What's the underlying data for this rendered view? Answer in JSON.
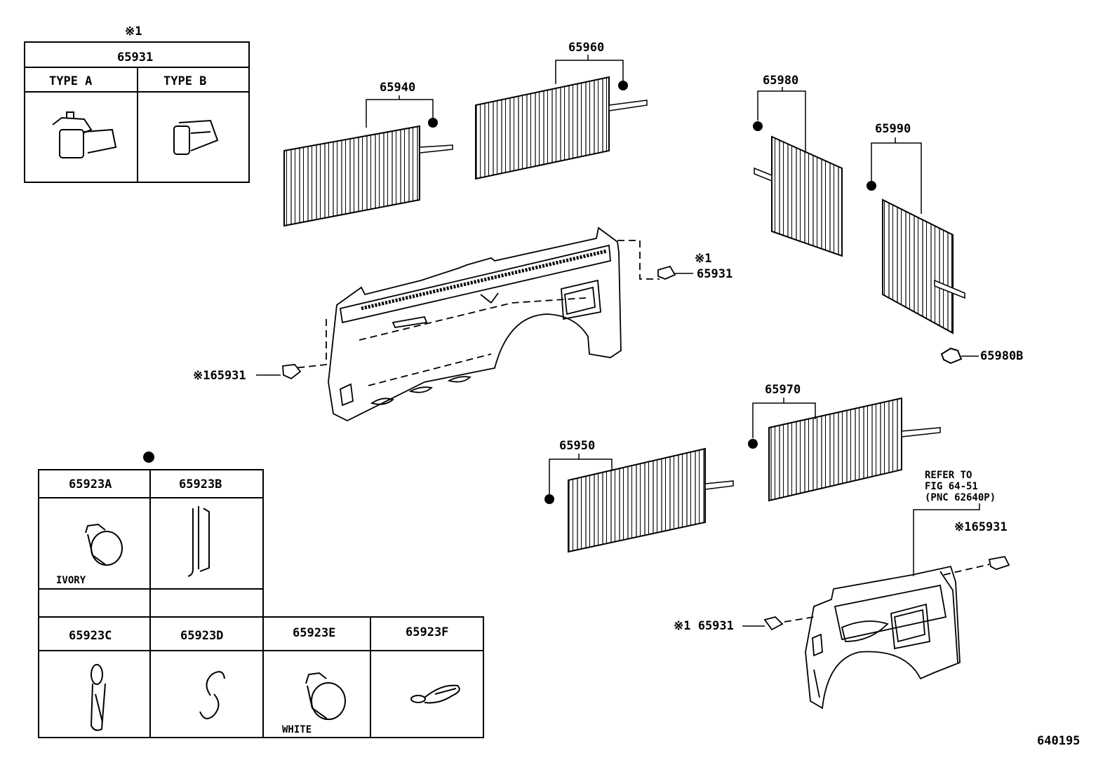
{
  "diagram_id": "640195",
  "table_top": {
    "note_mark": "※1",
    "part": "65931",
    "type_a": "TYPE A",
    "type_b": "TYPE B"
  },
  "table_bottom": {
    "c1": "65923A",
    "c2": "65923B",
    "c3": "65923C",
    "c4": "65923D",
    "c5": "65923E",
    "c6": "65923F",
    "ivory": "IVORY",
    "white": "WHITE"
  },
  "callouts": {
    "p65940": "65940",
    "p65960": "65960",
    "p65980": "65980",
    "p65990": "65990",
    "p65950": "65950",
    "p65970": "65970",
    "p65980b": "65980B",
    "mark1": "※1",
    "p65931": "65931",
    "left_clip": "※165931",
    "right_clip_top": "※165931",
    "right_clip_bottom": "※1 65931",
    "refer1": "REFER TO",
    "refer2": "FIG 64-51",
    "refer3": "(PNC 62640P)"
  }
}
